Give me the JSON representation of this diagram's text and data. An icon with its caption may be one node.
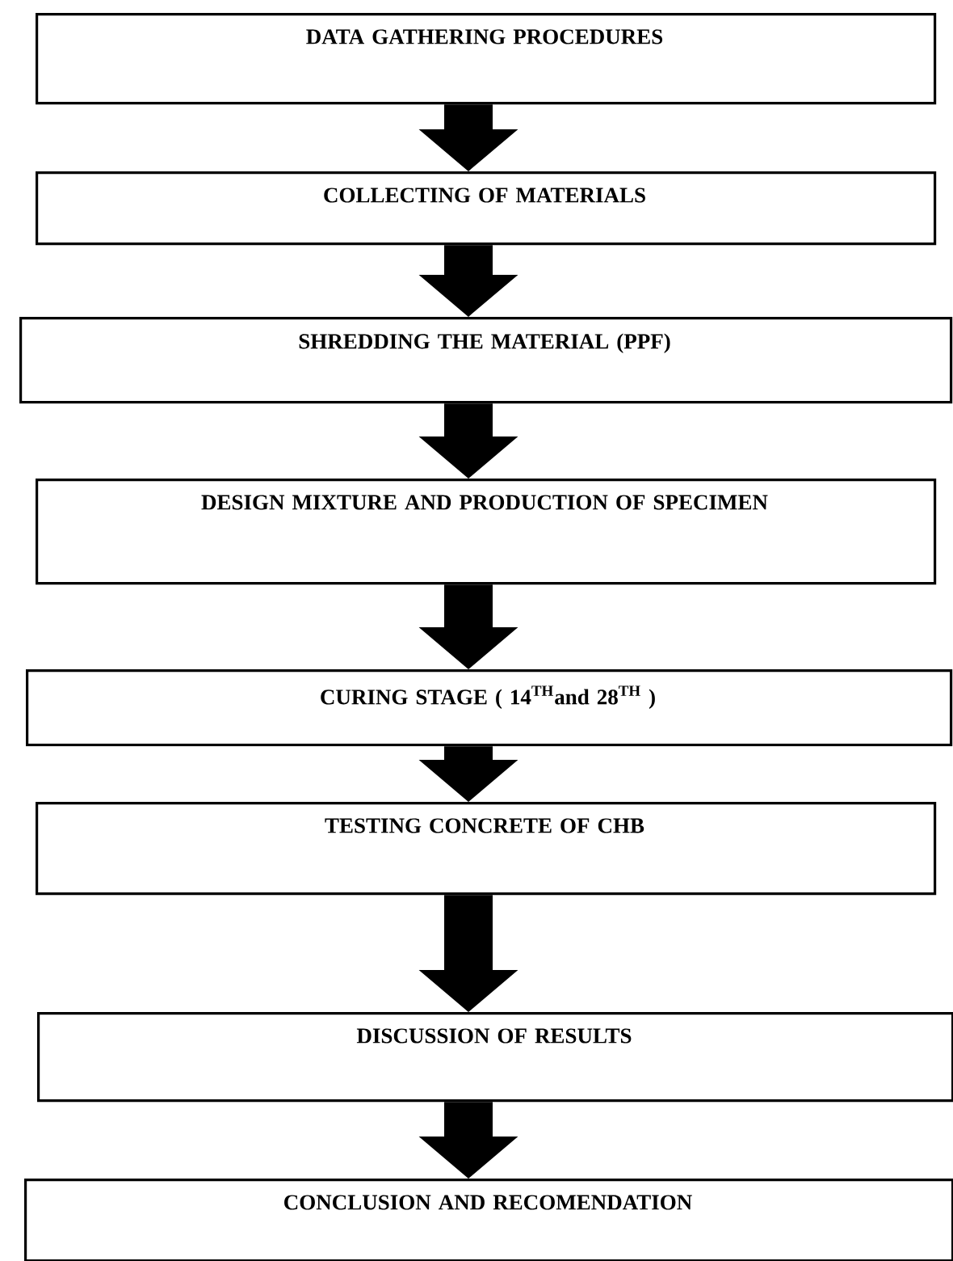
{
  "diagram": {
    "nodes": [
      {
        "text": [
          "DATA GATHERING PROCEDURES"
        ]
      },
      {
        "text": [
          "COLLECTING OF MATERIALS"
        ]
      },
      {
        "text": [
          "SHREDDING THE MATERIAL (PPF)"
        ]
      },
      {
        "text": [
          "DESIGN MIXTURE AND PRODUCTION OF SPECIMEN"
        ]
      },
      {
        "text": [
          "CURING STAGE ( 14$^{TH}$and 28$^{TH}$ )"
        ]
      },
      {
        "text": [
          "TESTING CONCRETE OF CHB"
        ]
      },
      {
        "text": [
          "DISCUSSION OF RESULTS"
        ]
      },
      {
        "text": [
          "CONCLUSION AND RECOMENDATION"
        ]
      }
    ],
    "edges": [
      {
        "from": 0,
        "to": 1,
        "arrow": "to"
      },
      {
        "from": 1,
        "to": 2,
        "arrow": "to"
      },
      {
        "from": 2,
        "to": 3,
        "arrow": "to"
      },
      {
        "from": 3,
        "to": 4,
        "arrow": "to"
      },
      {
        "from": 4,
        "to": 5,
        "arrow": "to"
      },
      {
        "from": 5,
        "to": 6,
        "arrow": "to"
      },
      {
        "from": 6,
        "to": 7,
        "arrow": "to"
      }
    ]
  }
}
